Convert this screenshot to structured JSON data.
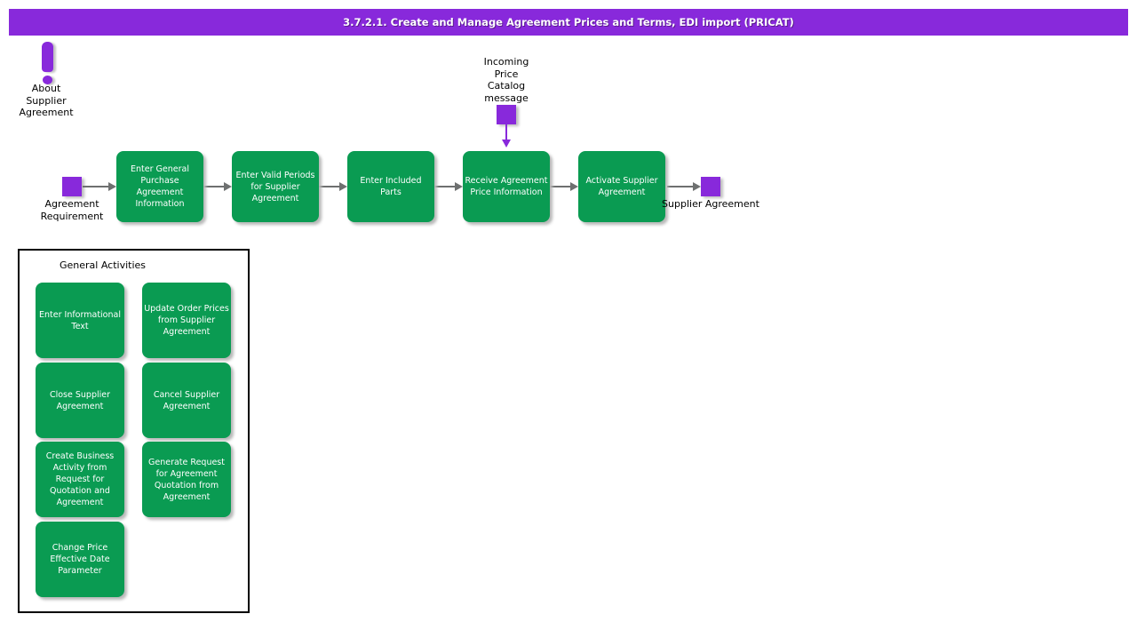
{
  "colors": {
    "accent_purple": "#8829DB",
    "task_green": "#0A9B52",
    "arrow_gray": "#6E7070",
    "panel_border": "#000000",
    "background": "#FFFFFF"
  },
  "title_bar": {
    "text": "3.7.2.1. Create and Manage Agreement Prices and Terms, EDI import (PRICAT)"
  },
  "about": {
    "label": "About Supplier Agreement"
  },
  "flow": {
    "start_label": "Agreement Requirement",
    "end_label": "Supplier Agreement",
    "incoming_label": "Incoming Price Catalog message",
    "steps": [
      {
        "label": "Enter General Purchase Agreement Information"
      },
      {
        "label": "Enter Valid Periods for Supplier Agreement"
      },
      {
        "label": "Enter Included Parts"
      },
      {
        "label": "Receive Agreement Price Information"
      },
      {
        "label": "Activate Supplier Agreement"
      }
    ]
  },
  "general_activities": {
    "title": "General Activities",
    "items": [
      {
        "label": "Enter Informational Text"
      },
      {
        "label": "Update Order Prices from Supplier Agreement"
      },
      {
        "label": "Close Supplier Agreement"
      },
      {
        "label": "Cancel Supplier Agreement"
      },
      {
        "label": "Create Business Activity from Request for Quotation and Agreement"
      },
      {
        "label": "Generate Request for Agreement Quotation from Agreement"
      },
      {
        "label": "Change Price Effective Date Parameter"
      }
    ]
  }
}
